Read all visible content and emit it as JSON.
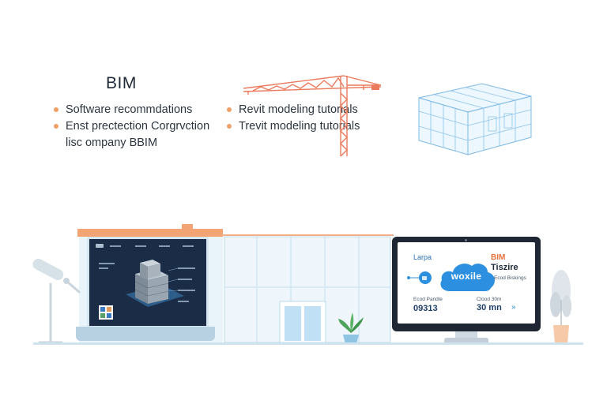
{
  "heading": "BIM",
  "bullets_left": [
    {
      "text": "Software recommdations"
    },
    {
      "text": "Enst prectection Corgrvction",
      "continuation": "lisc ompany BBIM"
    }
  ],
  "bullets_right": [
    {
      "text": "Revit modeling tutorials"
    },
    {
      "text": "Trevit modeling tutorials"
    }
  ],
  "monitor": {
    "logo_text": "Larpa",
    "cloud_text": "woxile",
    "side_title_1": "BIM",
    "side_title_2": "Tiszire",
    "side_caption": "Ecod Biskings",
    "stat_left_label": "Ecod Pandle",
    "stat_left_value": "09313",
    "stat_right_label": "Clood 30m",
    "stat_right_value": "30 mn",
    "stat_right_symbol": "»"
  },
  "colors": {
    "accent_orange": "#f0a066",
    "crane": "#ea7a5b",
    "blueprint": "#7cb8e6",
    "dark_navy": "#1b2c47",
    "cloud_blue": "#2d8fe0"
  }
}
